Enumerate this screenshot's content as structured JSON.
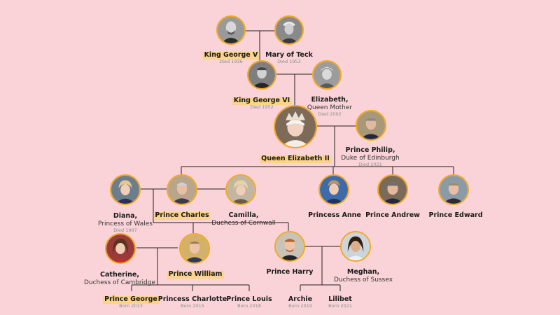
{
  "colors": {
    "background": "#f9d3d8",
    "line": "#222222",
    "ring": "#f2a91d",
    "highlight": "#fbd38a"
  },
  "people": {
    "george_v": {
      "name": "King George V",
      "note": "Died 1936"
    },
    "mary": {
      "name": "Mary of Teck",
      "note": "Died 1953"
    },
    "george_vi": {
      "name": "King George VI",
      "note": "Died 1952"
    },
    "elizabeth_qm": {
      "name": "Elizabeth,",
      "subtitle": "Queen Mother",
      "note": "Died 2002"
    },
    "elizabeth_ii": {
      "name": "Queen Elizabeth II"
    },
    "philip": {
      "name": "Prince Philip,",
      "subtitle": "Duke of Edinburgh",
      "note": "Died 2021"
    },
    "diana": {
      "name": "Diana,",
      "subtitle": "Princess of Wales",
      "note": "Died 1997"
    },
    "charles": {
      "name": "Prince Charles"
    },
    "camilla": {
      "name": "Camilla,",
      "subtitle": "Duchess of Cornwall"
    },
    "anne": {
      "name": "Princess Anne"
    },
    "andrew": {
      "name": "Prince Andrew"
    },
    "edward": {
      "name": "Prince Edward"
    },
    "catherine": {
      "name": "Catherine,",
      "subtitle": "Duchess of Cambridge"
    },
    "william": {
      "name": "Prince William"
    },
    "harry": {
      "name": "Prince Harry"
    },
    "meghan": {
      "name": "Meghan,",
      "subtitle": "Duchess of Sussex"
    },
    "george": {
      "name": "Prince George",
      "note": "Born 2013"
    },
    "charlotte": {
      "name": "Princess Charlotte",
      "note": "Born 2015"
    },
    "louis": {
      "name": "Prince Louis",
      "note": "Born 2018"
    },
    "archie": {
      "name": "Archie",
      "note": "Born 2019"
    },
    "lilibet": {
      "name": "Lilibet",
      "note": "Born 2021"
    }
  }
}
